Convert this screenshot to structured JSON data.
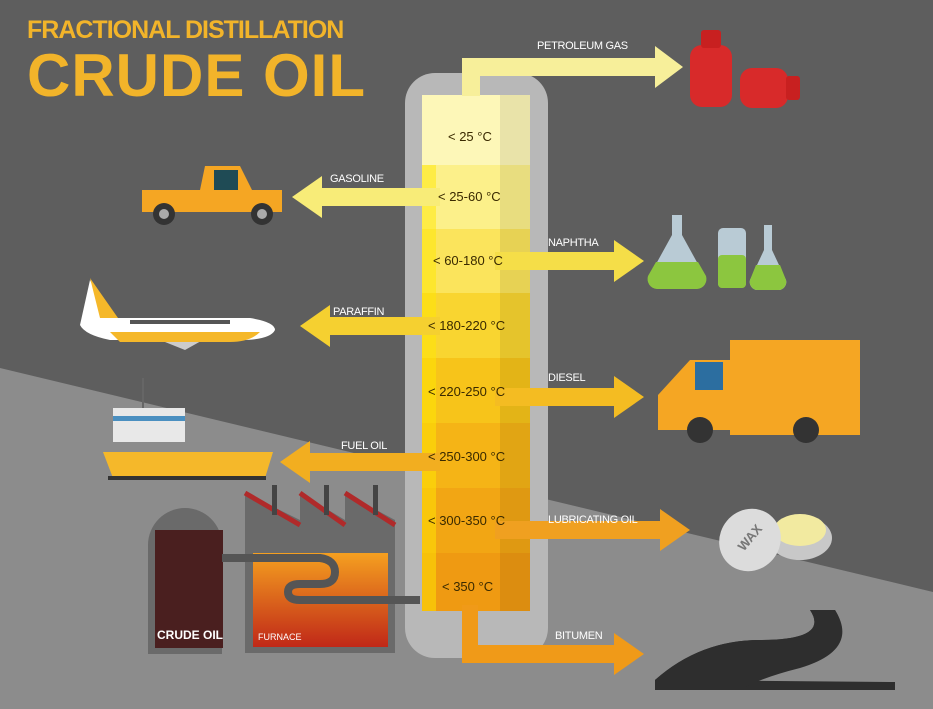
{
  "title": {
    "line1": "FRACTIONAL DISTILLATION",
    "line2": "CRUDE OIL"
  },
  "temperatures": [
    "< 25 °C",
    "< 25-60 °C",
    "< 60-180 °C",
    "< 180-220 °C",
    "< 220-250 °C",
    "< 250-300 °C",
    "< 300-350 °C",
    "< 350 °C"
  ],
  "fractions": {
    "petroleum_gas": "PETROLEUM GAS",
    "gasoline": "GASOLINE",
    "naphtha": "NAPHTHA",
    "paraffin": "PARAFFIN",
    "diesel": "DIESEL",
    "fuel_oil": "FUEL OIL",
    "lubricating_oil": "LUBRICATING OIL",
    "bitumen": "BITUMEN"
  },
  "plant": {
    "crude_oil": "CRUDE OIL",
    "furnace": "FURNACE",
    "wax_label": "WAX"
  },
  "colors": {
    "background_dark": "#5e5e5e",
    "background_light": "#8c8c8c",
    "title": "#f2b42a",
    "column": "#b8b8b8",
    "arrow_light": "#f7ec8a",
    "arrow_mid": "#f5c428",
    "arrow_dark": "#f0a020"
  }
}
